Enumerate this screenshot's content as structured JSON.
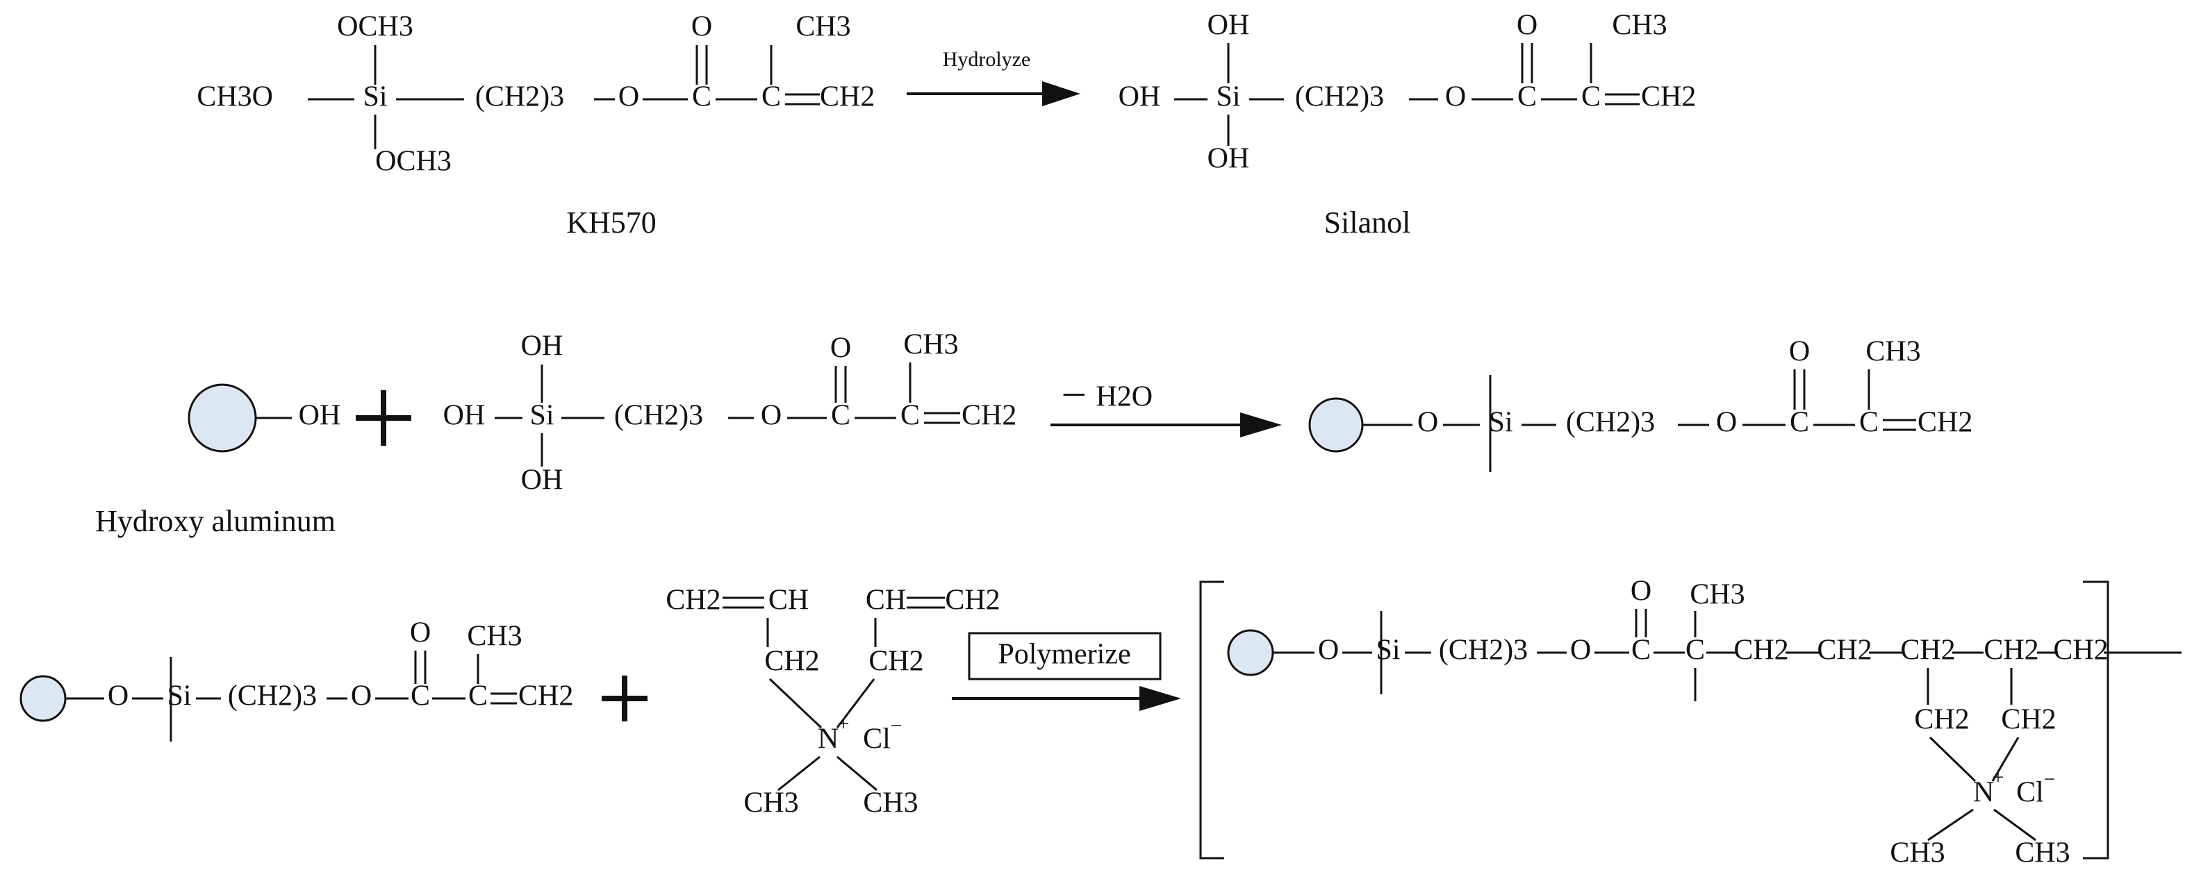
{
  "colors": {
    "particle_fill": "#dde7f3",
    "ink": "#111111"
  },
  "row1": {
    "kh570": {
      "o_top": "OCH3",
      "o_left": "CH3O",
      "si": "Si",
      "o_bottom": "OCH3",
      "chain": "(CH2)3",
      "o": "O",
      "c": "C",
      "carbonyl_o": "O",
      "c2": "C",
      "methyl": "CH3",
      "vinyl": "CH2",
      "name": "KH570"
    },
    "arrow_label": "Hydrolyze",
    "silanol": {
      "oh_top": "OH",
      "oh_left": "OH",
      "si": "Si",
      "oh_bottom": "OH",
      "chain": "(CH2)3",
      "o": "O",
      "c": "C",
      "carbonyl_o": "O",
      "c2": "C",
      "methyl": "CH3",
      "vinyl": "CH2",
      "name": "Silanol"
    }
  },
  "row2": {
    "hydroxy": {
      "oh": "OH",
      "name": "Hydroxy aluminum"
    },
    "silanol": {
      "oh_top": "OH",
      "oh_left": "OH",
      "si": "Si",
      "oh_bottom": "OH",
      "chain": "(CH2)3",
      "o": "O",
      "c": "C",
      "carbonyl_o": "O",
      "c2": "C",
      "methyl": "CH3",
      "vinyl": "CH2"
    },
    "arrow_label": "－ H2O",
    "product": {
      "o_link": "O",
      "si": "Si",
      "chain": "(CH2)3",
      "o": "O",
      "c": "C",
      "carbonyl_o": "O",
      "c2": "C",
      "methyl": "CH3",
      "vinyl": "CH2"
    }
  },
  "row3": {
    "grafted": {
      "o_link": "O",
      "si": "Si",
      "chain": "(CH2)3",
      "o": "O",
      "c": "C",
      "carbonyl_o": "O",
      "c2": "C",
      "methyl": "CH3",
      "vinyl": "CH2"
    },
    "dadmac": {
      "vinyl_left": "CH2",
      "ch_left": "CH",
      "vinyl_right_ch": "CH",
      "vinyl_right": "CH2",
      "ch2_left": "CH2",
      "ch2_right": "CH2",
      "n": "N",
      "n_charge": "+",
      "cl": "Cl",
      "cl_charge": "−",
      "me_left": "CH3",
      "me_right": "CH3"
    },
    "arrow_label": "Polymerize",
    "polymer": {
      "o_link": "O",
      "si": "Si",
      "chain": "(CH2)3",
      "o": "O",
      "c": "C",
      "carbonyl_o": "O",
      "methyl_top": "CH3",
      "c2": "C",
      "bb1": "CH2",
      "bb2": "CH2",
      "bb3": "CH2",
      "bb4": "CH2",
      "bb5": "CH2",
      "ring_left": "CH2",
      "ring_right": "CH2",
      "n": "N",
      "n_charge": "+",
      "cl": "Cl",
      "cl_charge": "−",
      "me_left": "CH3",
      "me_right": "CH3"
    }
  }
}
